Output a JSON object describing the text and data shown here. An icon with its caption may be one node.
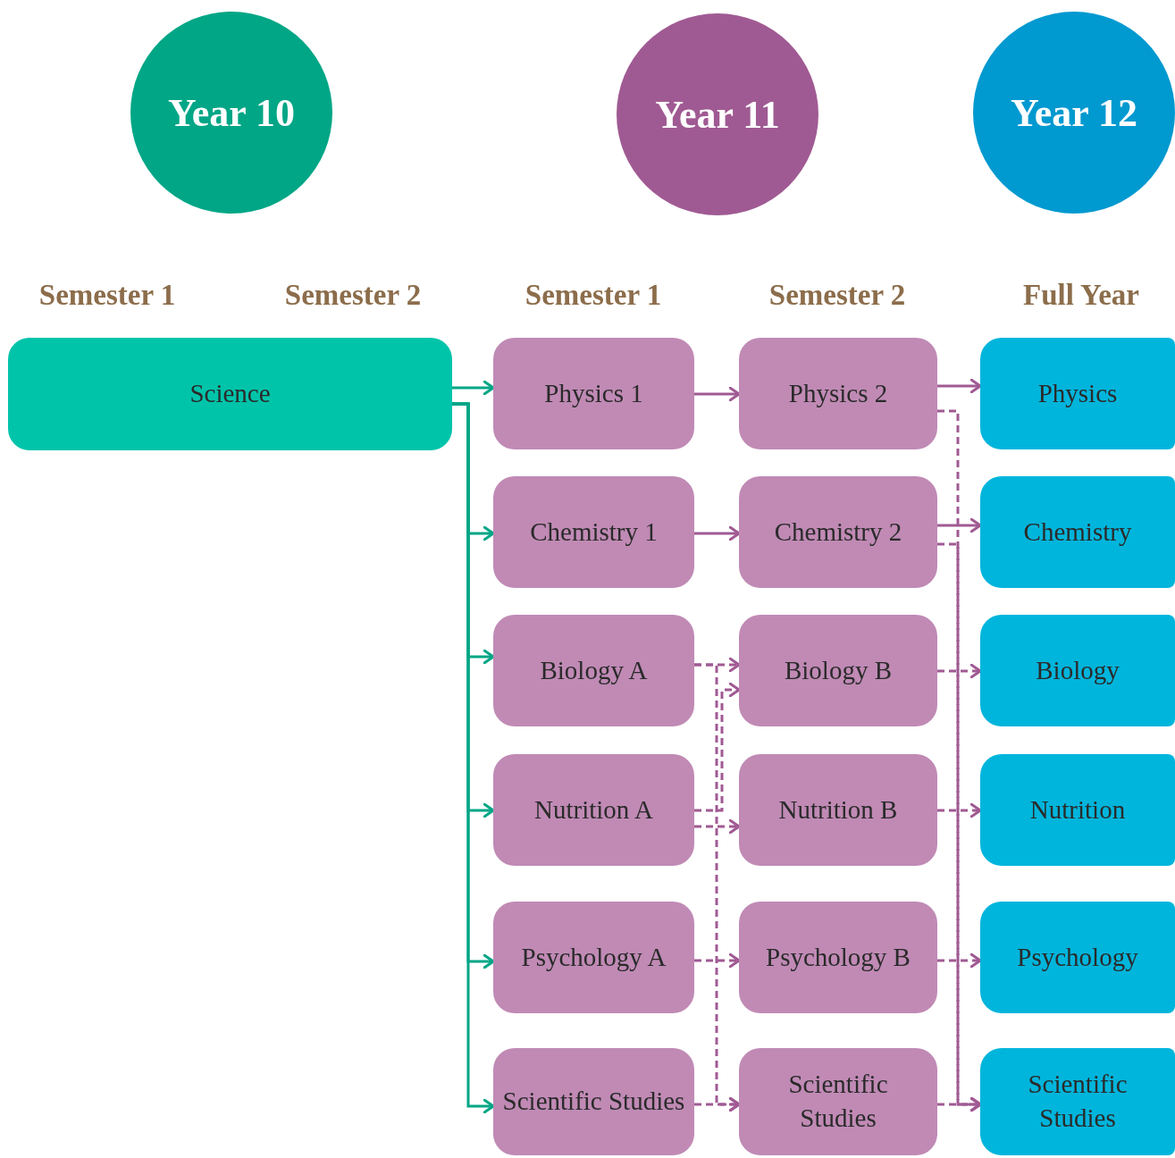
{
  "diagram": {
    "nodes": [
      {
        "text": [
          "Year 10"
        ]
      },
      {
        "text": [
          "Year 11"
        ]
      },
      {
        "text": [
          "Year 12"
        ]
      },
      {
        "text": [
          "Science"
        ]
      },
      {
        "text": [
          "Physics 1"
        ]
      },
      {
        "text": [
          "Chemistry 1"
        ]
      },
      {
        "text": [
          "Biology A"
        ]
      },
      {
        "text": [
          "Nutrition A"
        ]
      },
      {
        "text": [
          "Psychology A"
        ]
      },
      {
        "text": [
          "Scientific Studies"
        ]
      },
      {
        "text": [
          "Physics 2"
        ]
      },
      {
        "text": [
          "Chemistry 2"
        ]
      },
      {
        "text": [
          "Biology B"
        ]
      },
      {
        "text": [
          "Nutrition B"
        ]
      },
      {
        "text": [
          "Psychology B"
        ]
      },
      {
        "text": [
          "Scientific Studies"
        ]
      },
      {
        "text": [
          "Physics"
        ]
      },
      {
        "text": [
          "Chemistry"
        ]
      },
      {
        "text": [
          "Biology"
        ]
      },
      {
        "text": [
          "Nutrition"
        ]
      },
      {
        "text": [
          "Psychology"
        ]
      },
      {
        "text": [
          "Scientific Studies"
        ]
      }
    ],
    "edges": [
      {
        "from": 3,
        "to": 4,
        "arrow": "to",
        "color": "#00a686"
      },
      {
        "from": 3,
        "to": 5,
        "arrow": "to",
        "color": "#00a686"
      },
      {
        "from": 3,
        "to": 6,
        "arrow": "to",
        "color": "#00a686"
      },
      {
        "from": 3,
        "to": 7,
        "arrow": "to",
        "color": "#00a686"
      },
      {
        "from": 3,
        "to": 8,
        "arrow": "to",
        "color": "#00a686"
      },
      {
        "from": 3,
        "to": 9,
        "arrow": "to",
        "color": "#00a686"
      },
      {
        "from": 4,
        "to": 10,
        "arrow": "to"
      },
      {
        "from": 5,
        "to": 11,
        "arrow": "to"
      },
      {
        "from": 6,
        "to": 12,
        "arrow": "to",
        "style": "dashed"
      },
      {
        "from": 6,
        "to": 15,
        "arrow": "to",
        "style": "dashed"
      },
      {
        "from": 7,
        "to": 12,
        "arrow": "to",
        "style": "dashed"
      },
      {
        "from": 7,
        "to": 13,
        "arrow": "to",
        "style": "dashed"
      },
      {
        "from": 8,
        "to": 14,
        "arrow": "to",
        "style": "dashed"
      },
      {
        "from": 9,
        "to": 15,
        "arrow": "to",
        "style": "dashed"
      },
      {
        "from": 10,
        "to": 16,
        "arrow": "to"
      },
      {
        "from": 11,
        "to": 17,
        "arrow": "to"
      },
      {
        "from": 10,
        "to": 21,
        "arrow": "to",
        "style": "dashed"
      },
      {
        "from": 11,
        "to": 21,
        "arrow": "to",
        "style": "dashed"
      },
      {
        "from": 12,
        "to": 18,
        "arrow": "to",
        "style": "dashed"
      },
      {
        "from": 13,
        "to": 19,
        "arrow": "to",
        "style": "dashed"
      },
      {
        "from": 14,
        "to": 20,
        "arrow": "to",
        "style": "dashed"
      },
      {
        "from": 15,
        "to": 21,
        "arrow": "to",
        "style": "dashed"
      }
    ],
    "labels": [
      "Semester 1",
      "Semester 2",
      "Semester 1",
      "Semester 2",
      "Full Year"
    ]
  }
}
